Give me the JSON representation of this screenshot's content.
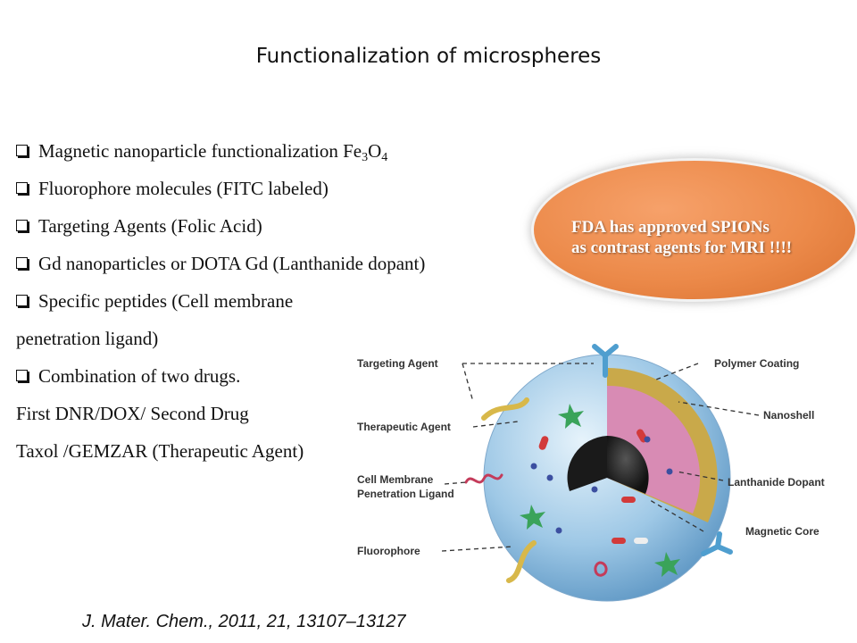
{
  "slide": {
    "title": "Functionalization of microspheres",
    "bullets": [
      {
        "text": "Magnetic nanoparticle functionalization Fe",
        "sub1": "3",
        "mid": "O",
        "sub2": "4"
      },
      {
        "text": "Fluorophore molecules (FITC  labeled)"
      },
      {
        "text": "Targeting Agents (Folic Acid)"
      },
      {
        "text": "Gd nanoparticles or DOTA Gd (Lanthanide dopant)"
      },
      {
        "text": "Specific peptides (Cell membrane"
      },
      {
        "text": "penetration ligand)"
      },
      {
        "text": "Combination of two drugs."
      },
      {
        "text": "First DNR/DOX/ Second Drug"
      },
      {
        "text": "Taxol /GEMZAR (Therapeutic Agent)"
      }
    ],
    "callout": {
      "line1": "FDA has approved SPIONs",
      "line2": "as contrast agents for MRI !!!!"
    },
    "citation": "J. Mater. Chem., 2011, 21, 13107–13127"
  },
  "figure": {
    "labels": {
      "targeting_agent": "Targeting Agent",
      "therapeutic_agent": "Therapeutic Agent",
      "cell_membrane_1": "Cell Membrane",
      "cell_membrane_2": "Penetration Ligand",
      "fluorophore": "Fluorophore",
      "polymer_coating": "Polymer Coating",
      "nanoshell": "Nanoshell",
      "lanthanide_dopant": "Lanthanide Dopant",
      "magnetic_core": "Magnetic Core"
    },
    "colors": {
      "sphere": "#9ec8e6",
      "nanoshell": "#c9a94a",
      "inner": "#d88bb4",
      "core": "#2a2a2a",
      "fluorophore": "#3aa35a",
      "drug_red": "#d23a3a"
    }
  }
}
